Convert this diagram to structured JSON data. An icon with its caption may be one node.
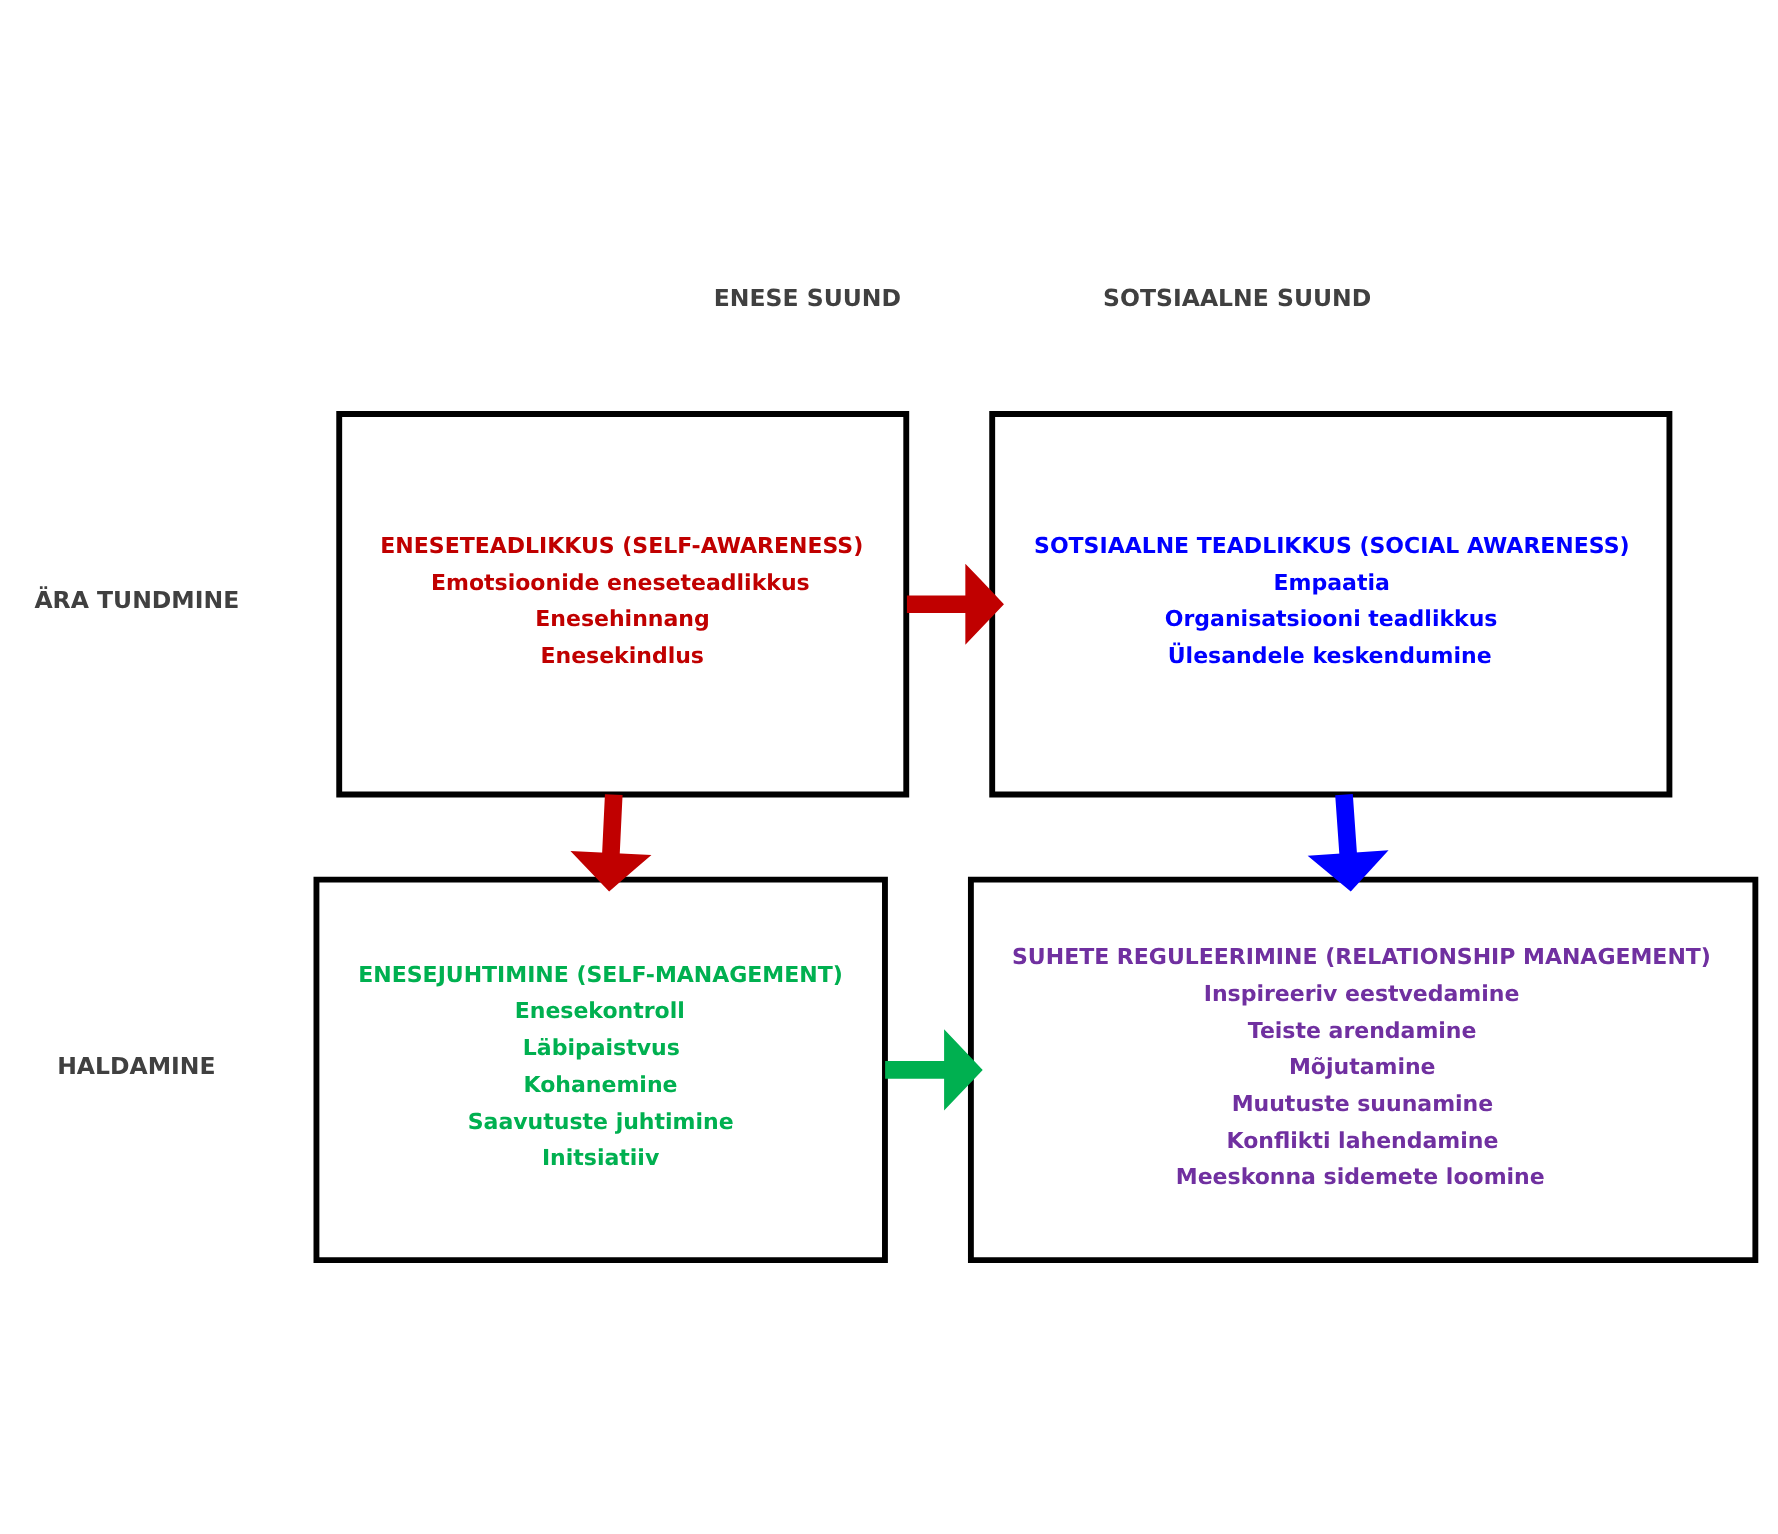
{
  "diagram": {
    "nodes": [
      {
        "text": [
          "ENESETEADLIKKUS (SELF-AWARENESS)",
          "Emotsioonide eneseteadlikkus",
          "Enesehinnang",
          "Enesekindlus"
        ]
      },
      {
        "text": [
          "SOTSIAALNE TEADLIKKUS (SOCIAL AWARENESS)",
          "Empaatia",
          "Organisatsiooni teadlikkus",
          "Ülesandele keskendumine"
        ]
      },
      {
        "text": [
          "ENESEJUHTIMINE (SELF-MANAGEMENT)",
          "Enesekontroll",
          "Läbipaistvus",
          "Kohanemine",
          "Saavutuste juhtimine",
          "Initsiatiiv"
        ]
      },
      {
        "text": [
          "SUHETE REGULEERIMINE (RELATIONSHIP MANAGEMENT)",
          "Inspireeriv eestvedamine",
          "Teiste arendamine",
          "Mõjutamine",
          "Muutuste suunamine",
          "Konflikti lahendamine",
          "Meeskonna sidemete loomine"
        ]
      }
    ],
    "edges": [
      {
        "from": 0,
        "to": 1,
        "arrow": "to",
        "color": "#c00000"
      },
      {
        "from": 0,
        "to": 2,
        "arrow": "to",
        "color": "#c00000"
      },
      {
        "from": 1,
        "to": 3,
        "arrow": "to",
        "color": "#0000ff"
      },
      {
        "from": 2,
        "to": 3,
        "arrow": "to",
        "color": "#00b050"
      }
    ],
    "labels": [
      "ENESE SUUND",
      "SOTSIAALNE SUUND",
      "ÄRA TUNDMINE",
      "HALDAMINE"
    ]
  }
}
